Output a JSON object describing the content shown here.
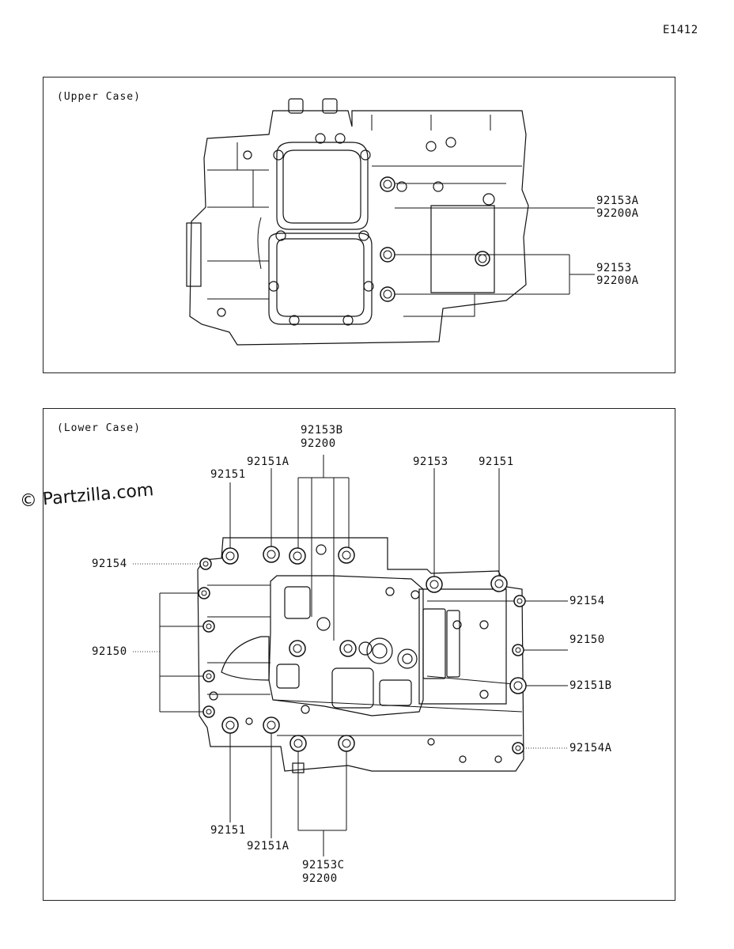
{
  "page_code": "E1412",
  "watermark": "© Partzilla.com",
  "upper": {
    "caption": "(Upper Case)",
    "callouts": [
      "92153A",
      "92200A",
      "92153",
      "92200A"
    ]
  },
  "lower": {
    "caption": "(Lower Case)",
    "callouts": [
      "92153B",
      "92200",
      "92151A",
      "92151",
      "92153",
      "92151",
      "92154",
      "92150",
      "92154",
      "92150",
      "92151B",
      "92154A",
      "92151",
      "92151A",
      "92153C",
      "92200"
    ]
  }
}
